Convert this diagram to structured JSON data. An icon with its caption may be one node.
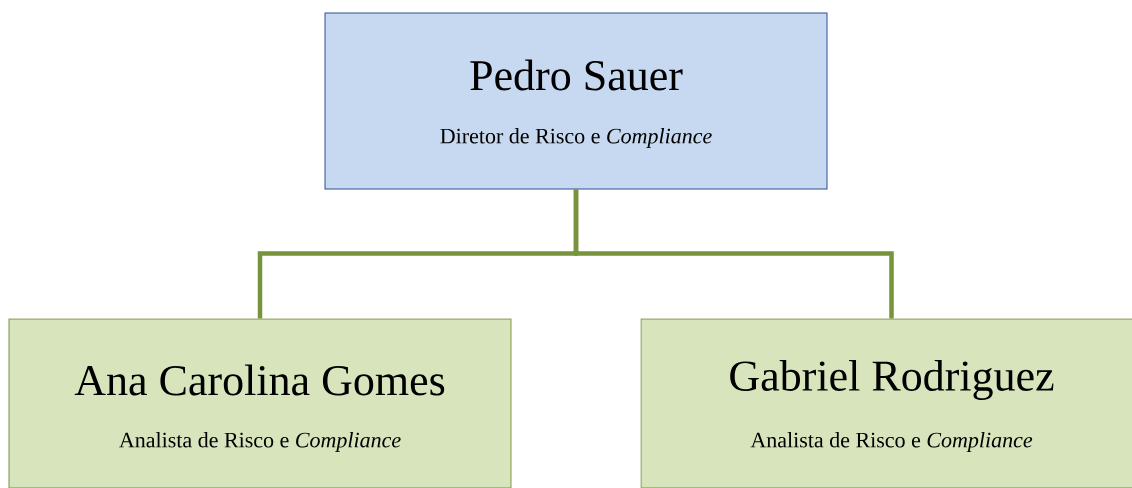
{
  "diagram": {
    "nodes": [
      {
        "text": [
          "Pedro Sauer",
          "Diretor de Risco e *Compliance*"
        ]
      },
      {
        "text": [
          "Ana Carolina Gomes",
          "Analista de Risco e *Compliance*"
        ]
      },
      {
        "text": [
          "Gabriel Rodriguez",
          "Analista de Risco e *Compliance*"
        ]
      }
    ],
    "edges": [
      {
        "from": 0,
        "to": 1,
        "arrow": "none"
      },
      {
        "from": 0,
        "to": 2,
        "arrow": "none"
      }
    ]
  }
}
